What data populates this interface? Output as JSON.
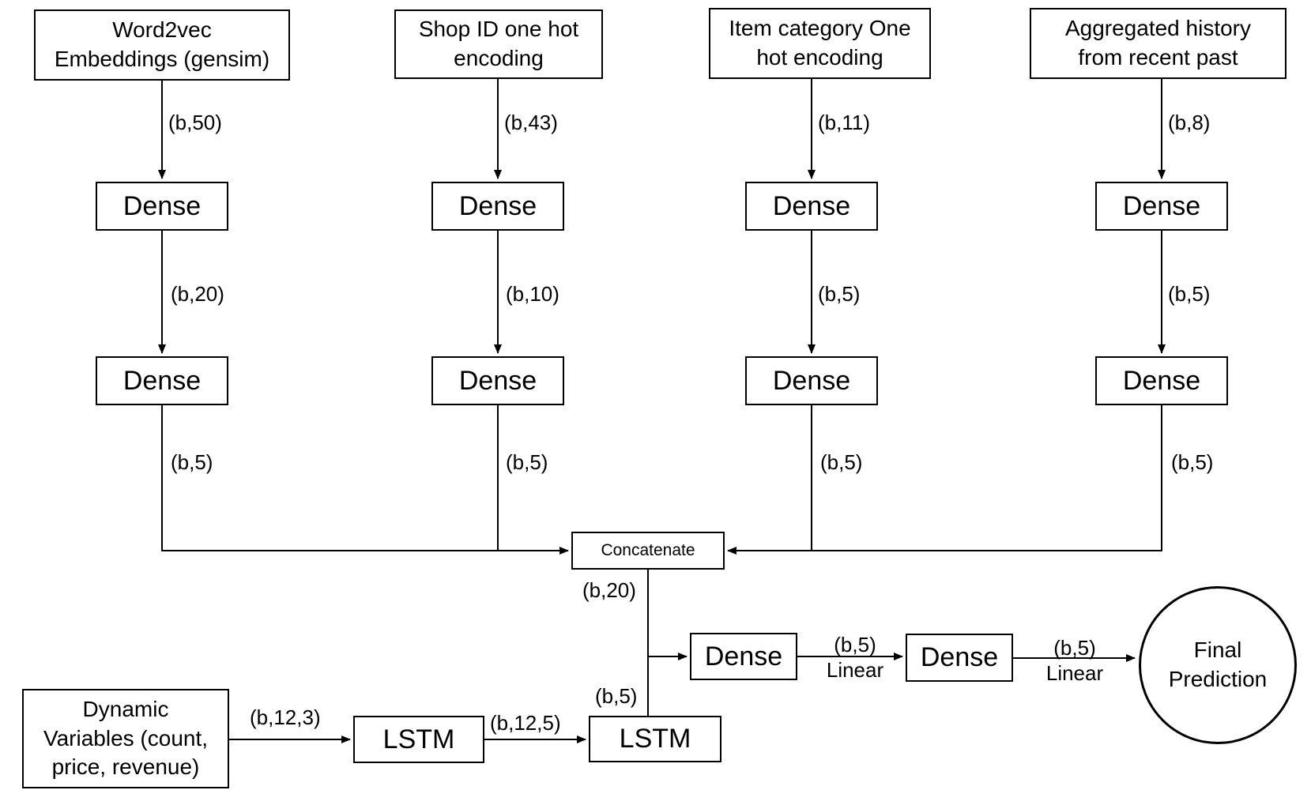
{
  "nodes": {
    "input1": {
      "line1": "Word2vec",
      "line2": "Embeddings (gensim)"
    },
    "input2": {
      "line1": "Shop ID one hot",
      "line2": "encoding"
    },
    "input3": {
      "line1": "Item category One",
      "line2": "hot encoding"
    },
    "input4": {
      "line1": "Aggregated history",
      "line2": "from recent past"
    },
    "dynamic_vars": {
      "line1": "Dynamic",
      "line2": "Variables (count,",
      "line3": "price, revenue)"
    },
    "dense": "Dense",
    "lstm": "LSTM",
    "concatenate": "Concatenate",
    "final_prediction": {
      "line1": "Final",
      "line2": "Prediction"
    }
  },
  "dims": {
    "col1_in": "(b,50)",
    "col2_in": "(b,43)",
    "col3_in": "(b,11)",
    "col4_in": "(b,8)",
    "col1_mid": "(b,20)",
    "col2_mid": "(b,10)",
    "col3_mid": "(b,5)",
    "col4_mid": "(b,5)",
    "col1_out": "(b,5)",
    "col2_out": "(b,5)",
    "col3_out": "(b,5)",
    "col4_out": "(b,5)",
    "concat_out": "(b,20)",
    "lstm2_out": "(b,5)",
    "dynamic_out": "(b,12,3)",
    "lstm1_out": "(b,12,5)",
    "dense5_out": "(b,5)",
    "dense5_activation": "Linear",
    "dense6_out": "(b,5)",
    "dense6_activation": "Linear"
  },
  "colors": {
    "line": "#000000",
    "box_bg": "#ffffff",
    "text": "#000000"
  }
}
